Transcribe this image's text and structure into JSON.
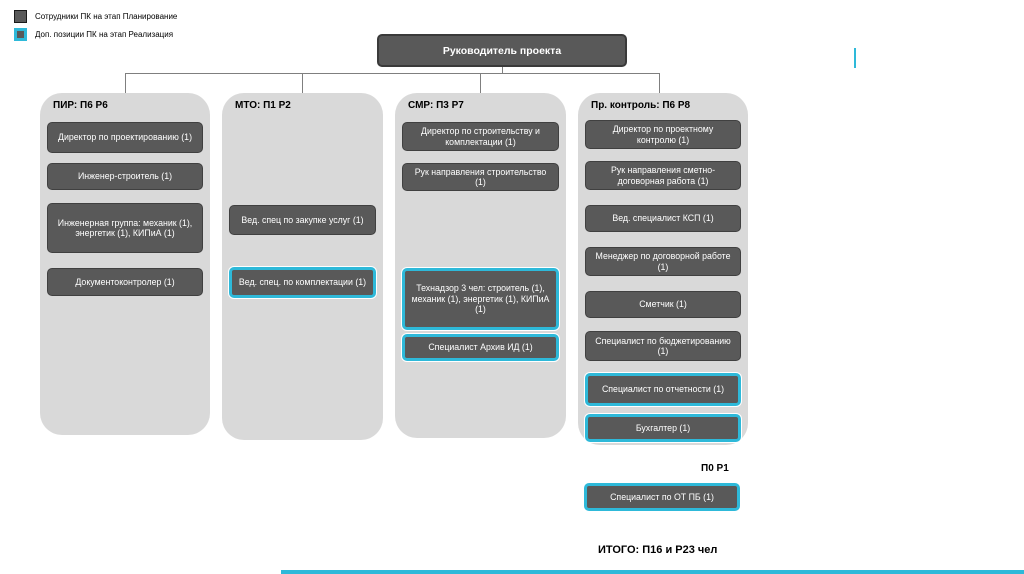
{
  "colors": {
    "accent": "#2eb9d9",
    "node": "#595959",
    "column": "#d9d9d9"
  },
  "legend": {
    "items": [
      {
        "label": "Сотрудники ПК на этап Планирование",
        "stage": "planning"
      },
      {
        "label": "Доп. позиции ПК на этап Реализация",
        "stage": "realization"
      }
    ]
  },
  "root": {
    "title": "Руководитель проекта"
  },
  "columns": [
    {
      "header": "ПИР: П6 Р6",
      "boxes": [
        {
          "label": "Директор по проектированию (1)",
          "stage": "planning"
        },
        {
          "label": "Инженер-строитель (1)",
          "stage": "planning"
        },
        {
          "label": "Инженерная группа: механик (1), энергетик (1), КИПиА (1)",
          "stage": "planning"
        },
        {
          "label": "Документоконтролер (1)",
          "stage": "planning"
        }
      ]
    },
    {
      "header": "МТО: П1 Р2",
      "boxes": [
        {
          "label": "Вед. спец по закупке услуг (1)",
          "stage": "planning"
        },
        {
          "label": "Вед. спец. по комплектации (1)",
          "stage": "realization"
        }
      ]
    },
    {
      "header": "СМР: П3 Р7",
      "boxes": [
        {
          "label": "Директор по строительству и комплектации (1)",
          "stage": "planning"
        },
        {
          "label": "Рук направления строительство (1)",
          "stage": "planning"
        },
        {
          "label": "Технадзор 3 чел: строитель (1), механик (1), энергетик (1), КИПиА (1)",
          "stage": "realization"
        },
        {
          "label": "Специалист Архив ИД (1)",
          "stage": "realization"
        }
      ]
    },
    {
      "header": "Пр. контроль: П6 Р8",
      "boxes": [
        {
          "label": "Директор по проектному контролю (1)",
          "stage": "planning"
        },
        {
          "label": "Рук направления сметно-договорная работа (1)",
          "stage": "planning"
        },
        {
          "label": "Вед. специалист КСП (1)",
          "stage": "planning"
        },
        {
          "label": "Менеджер по договорной работе (1)",
          "stage": "planning"
        },
        {
          "label": "Сметчик (1)",
          "stage": "planning"
        },
        {
          "label": "Специалист по бюджетированию (1)",
          "stage": "planning"
        },
        {
          "label": "Специалист по отчетности (1)",
          "stage": "realization"
        },
        {
          "label": "Бухгалтер (1)",
          "stage": "realization"
        }
      ]
    }
  ],
  "extra": {
    "header": "П0 Р1",
    "box": {
      "label": "Специалист по ОТ ПБ (1)",
      "stage": "realization"
    }
  },
  "total": "ИТОГО: П16 и Р23 чел"
}
